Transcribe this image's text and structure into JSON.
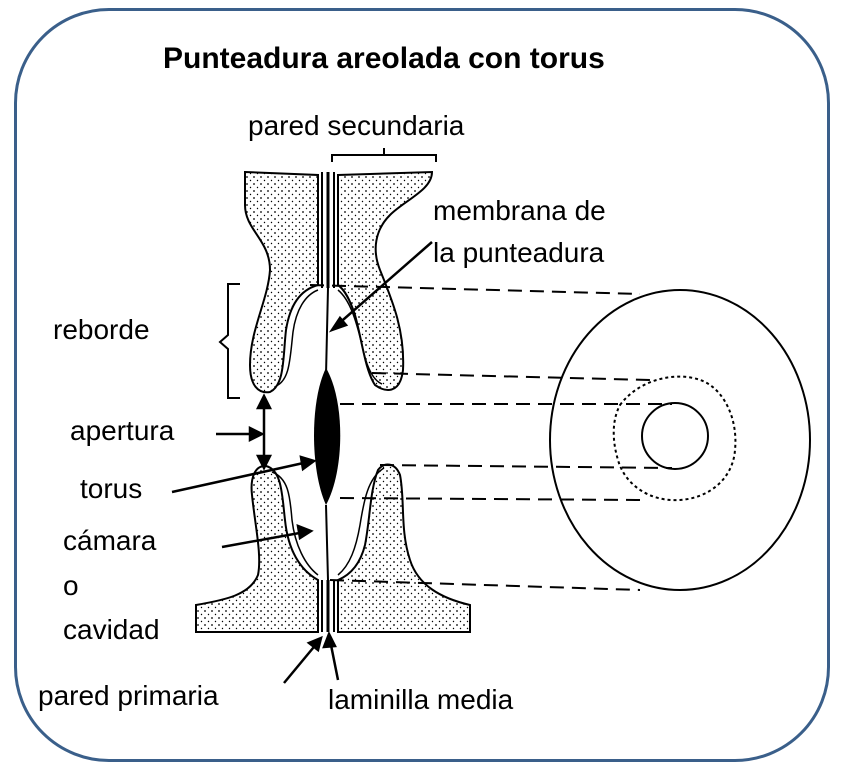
{
  "title": "Punteadura areolada con torus",
  "labels": {
    "pared_secundaria": "pared secundaria",
    "membrana_1": "membrana de",
    "membrana_2": "la punteadura",
    "reborde": "reborde",
    "apertura": "apertura",
    "torus": "torus",
    "camara_1": "cámara",
    "camara_2": "o",
    "camara_3": "cavidad",
    "pared_primaria": "pared primaria",
    "laminilla_media": "laminilla media"
  },
  "colors": {
    "frame": "#3a5f8a",
    "ink": "#000000"
  }
}
